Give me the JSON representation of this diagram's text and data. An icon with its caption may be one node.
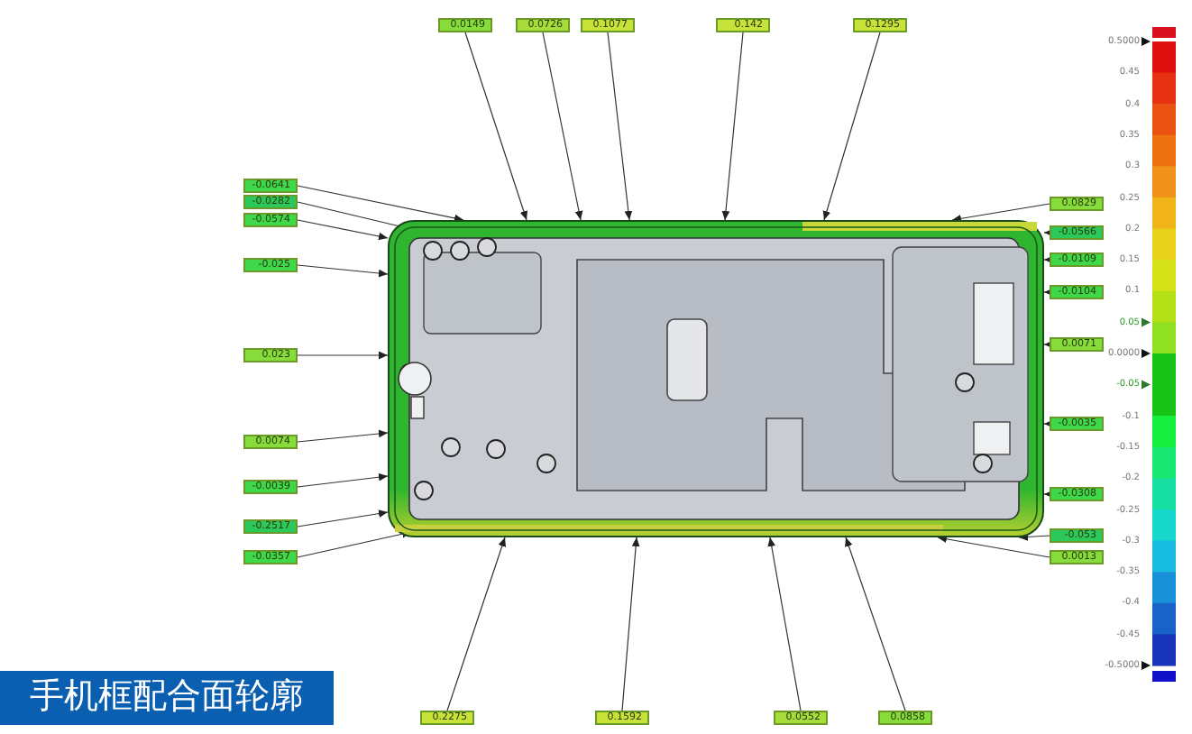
{
  "diagram": {
    "title": "手机框配合面轮廓",
    "nodes": [
      {
        "text": [
          "0.0149"
        ]
      },
      {
        "text": [
          "0.0726"
        ]
      },
      {
        "text": [
          "0.1077"
        ]
      },
      {
        "text": [
          "0.142"
        ]
      },
      {
        "text": [
          "0.1295"
        ]
      },
      {
        "text": [
          "-0.0641"
        ]
      },
      {
        "text": [
          "-0.0282"
        ]
      },
      {
        "text": [
          "-0.0574"
        ]
      },
      {
        "text": [
          "-0.025"
        ]
      },
      {
        "text": [
          "0.023"
        ]
      },
      {
        "text": [
          "0.0074"
        ]
      },
      {
        "text": [
          "-0.0039"
        ]
      },
      {
        "text": [
          "-0.2517"
        ]
      },
      {
        "text": [
          "-0.0357"
        ]
      },
      {
        "text": [
          "0.0829"
        ]
      },
      {
        "text": [
          "-0.0566"
        ]
      },
      {
        "text": [
          "-0.0109"
        ]
      },
      {
        "text": [
          "-0.0104"
        ]
      },
      {
        "text": [
          "0.0071"
        ]
      },
      {
        "text": [
          "-0.0035"
        ]
      },
      {
        "text": [
          "-0.0308"
        ]
      },
      {
        "text": [
          "-0.053"
        ]
      },
      {
        "text": [
          "0.0013"
        ]
      },
      {
        "text": [
          "0.2275"
        ]
      },
      {
        "text": [
          "0.1592"
        ]
      },
      {
        "text": [
          "0.0552"
        ]
      },
      {
        "text": [
          "0.0858"
        ]
      },
      {
        "text": [],
        "shape": "picture"
      }
    ],
    "edges": [
      {
        "from": 0,
        "to": 27,
        "arrow": "to"
      },
      {
        "from": 1,
        "to": 27,
        "arrow": "to"
      },
      {
        "from": 2,
        "to": 27,
        "arrow": "to"
      },
      {
        "from": 3,
        "to": 27,
        "arrow": "to"
      },
      {
        "from": 4,
        "to": 27,
        "arrow": "to"
      },
      {
        "from": 5,
        "to": 27,
        "arrow": "to"
      },
      {
        "from": 6,
        "to": 27,
        "arrow": "to"
      },
      {
        "from": 7,
        "to": 27,
        "arrow": "to"
      },
      {
        "from": 8,
        "to": 27,
        "arrow": "to"
      },
      {
        "from": 9,
        "to": 27,
        "arrow": "to"
      },
      {
        "from": 10,
        "to": 27,
        "arrow": "to"
      },
      {
        "from": 11,
        "to": 27,
        "arrow": "to"
      },
      {
        "from": 12,
        "to": 27,
        "arrow": "to"
      },
      {
        "from": 13,
        "to": 27,
        "arrow": "to"
      },
      {
        "from": 14,
        "to": 27,
        "arrow": "to"
      },
      {
        "from": 15,
        "to": 27,
        "arrow": "to"
      },
      {
        "from": 16,
        "to": 27,
        "arrow": "to"
      },
      {
        "from": 17,
        "to": 27,
        "arrow": "to"
      },
      {
        "from": 18,
        "to": 27,
        "arrow": "to"
      },
      {
        "from": 19,
        "to": 27,
        "arrow": "to"
      },
      {
        "from": 20,
        "to": 27,
        "arrow": "to"
      },
      {
        "from": 21,
        "to": 27,
        "arrow": "to"
      },
      {
        "from": 22,
        "to": 27,
        "arrow": "to"
      },
      {
        "from": 23,
        "to": 27,
        "arrow": "to"
      },
      {
        "from": 24,
        "to": 27,
        "arrow": "to"
      },
      {
        "from": 25,
        "to": 27,
        "arrow": "to"
      },
      {
        "from": 26,
        "to": 27,
        "arrow": "to"
      }
    ],
    "labels": [
      "0.5000",
      "0.45",
      "0.4",
      "0.35",
      "0.3",
      "0.25",
      "0.2",
      "0.15",
      "0.1",
      "0.05",
      "0.0000",
      "-0.05",
      "-0.1",
      "-0.15",
      "-0.2",
      "-0.25",
      "-0.3",
      "-0.35",
      "-0.4",
      "-0.45",
      "-0.5000"
    ]
  }
}
